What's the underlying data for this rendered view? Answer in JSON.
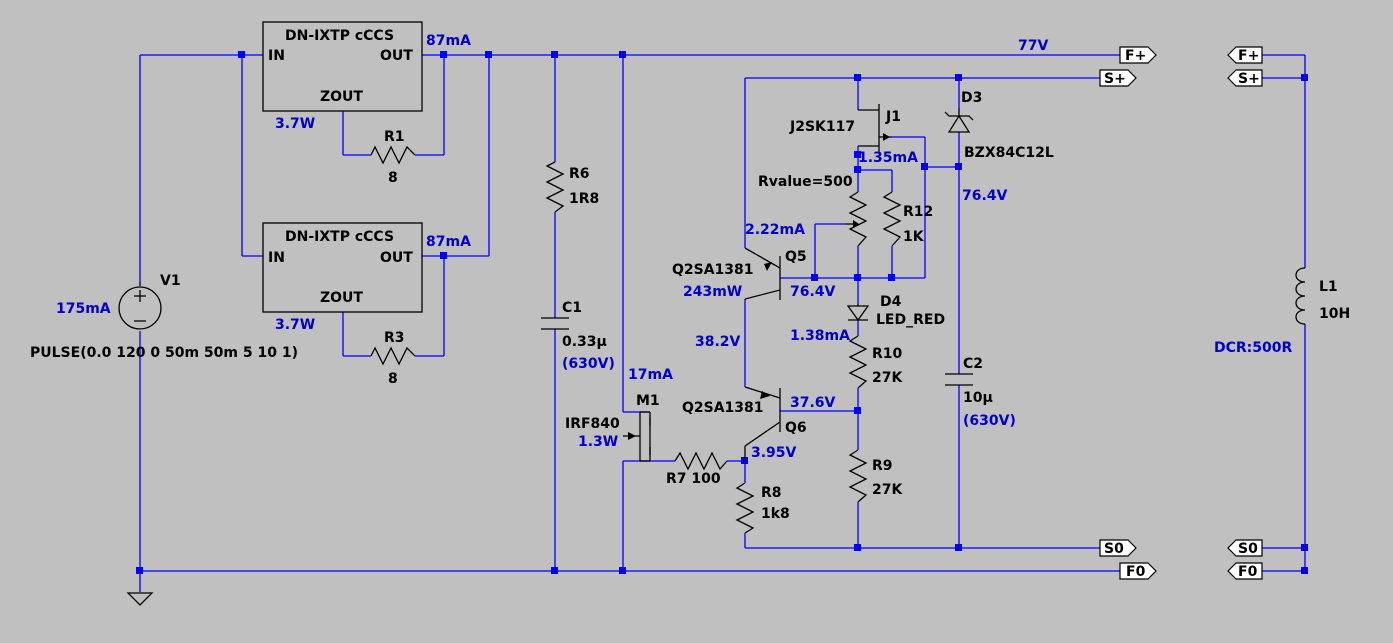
{
  "colors": {
    "background": "#c0c0c0",
    "wire": "#0000ff",
    "annotation": "#0000cc",
    "component": "#000000"
  },
  "ccs_top": {
    "name": "DN-IXTP cCCS",
    "pin_in": "IN",
    "pin_out": "OUT",
    "pin_zout": "ZOUT",
    "power": "3.7W",
    "current": "87mA"
  },
  "ccs_bottom": {
    "name": "DN-IXTP cCCS",
    "pin_in": "IN",
    "pin_out": "OUT",
    "pin_zout": "ZOUT",
    "power": "3.7W",
    "current": "87mA"
  },
  "r1": {
    "ref": "R1",
    "value": "8"
  },
  "r3": {
    "ref": "R3",
    "value": "8"
  },
  "v1": {
    "ref": "V1",
    "current": "175mA",
    "source": "PULSE(0.0 120 0 50m 50m 5 10 1)"
  },
  "r6": {
    "ref": "R6",
    "value": "1R8"
  },
  "c1": {
    "ref": "C1",
    "value": "0.33µ",
    "rating": "(630V)"
  },
  "m1": {
    "ref": "M1",
    "part": "IRF840",
    "power": "1.3W",
    "current": "17mA"
  },
  "r7": {
    "label": "R7 100"
  },
  "r8": {
    "ref": "R8",
    "value": "1k8"
  },
  "q5": {
    "ref": "Q5",
    "part": "Q2SA1381",
    "current": "2.22mA",
    "power": "243mW",
    "vbase": "76.4V"
  },
  "q6": {
    "ref": "Q6",
    "part": "Q2SA1381",
    "vcol": "38.2V",
    "vbase": "37.6V",
    "vemit": "3.95V"
  },
  "j1": {
    "ref": "J1",
    "part": "J2SK117",
    "current": "1.35mA"
  },
  "rvalue": "Rvalue=500",
  "r12": {
    "ref": "R12",
    "value": "1K"
  },
  "d3": {
    "ref": "D3",
    "part": "BZX84C12L",
    "voltage": "76.4V"
  },
  "d4": {
    "ref": "D4",
    "part": "LED_RED",
    "current": "1.38mA"
  },
  "r10": {
    "ref": "R10",
    "value": "27K"
  },
  "r9": {
    "ref": "R9",
    "value": "27K"
  },
  "c2": {
    "ref": "C2",
    "value": "10µ",
    "rating": "(630V)"
  },
  "rail": {
    "voltage": "77V"
  },
  "flags": {
    "f_plus": "F+",
    "s_plus": "S+",
    "s_zero": "S0",
    "f_zero": "F0"
  },
  "l1": {
    "ref": "L1",
    "value": "10H",
    "dcr": "DCR:500R"
  }
}
